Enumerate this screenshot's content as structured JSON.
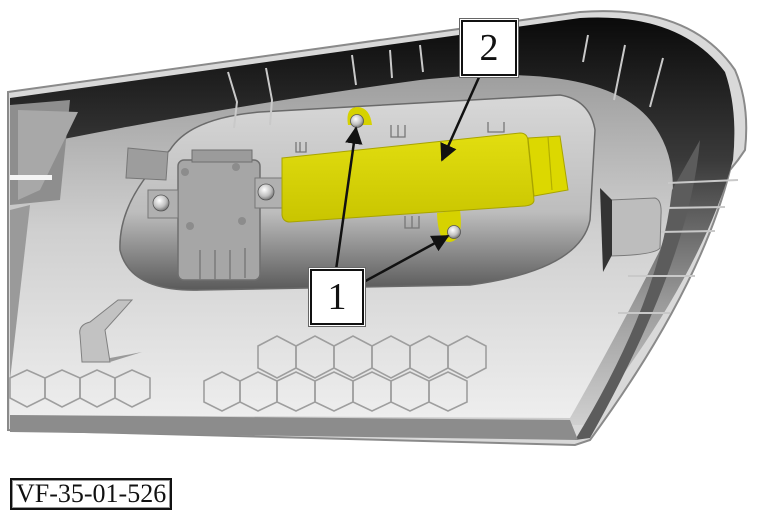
{
  "figure": {
    "id_label": "VF-35-01-526",
    "subject": "Interior trim panel with yellow electronic module mounted by screws",
    "colors": {
      "module": "#d6d200",
      "module_shade": "#b8b400",
      "panel_light": "#e6e6e6",
      "panel_mid": "#b8b8b8",
      "panel_dark": "#2a2a2a",
      "outline": "#111111"
    }
  },
  "callouts": [
    {
      "number": "1",
      "target": "mounting screws (2)"
    },
    {
      "number": "2",
      "target": "yellow module"
    }
  ]
}
